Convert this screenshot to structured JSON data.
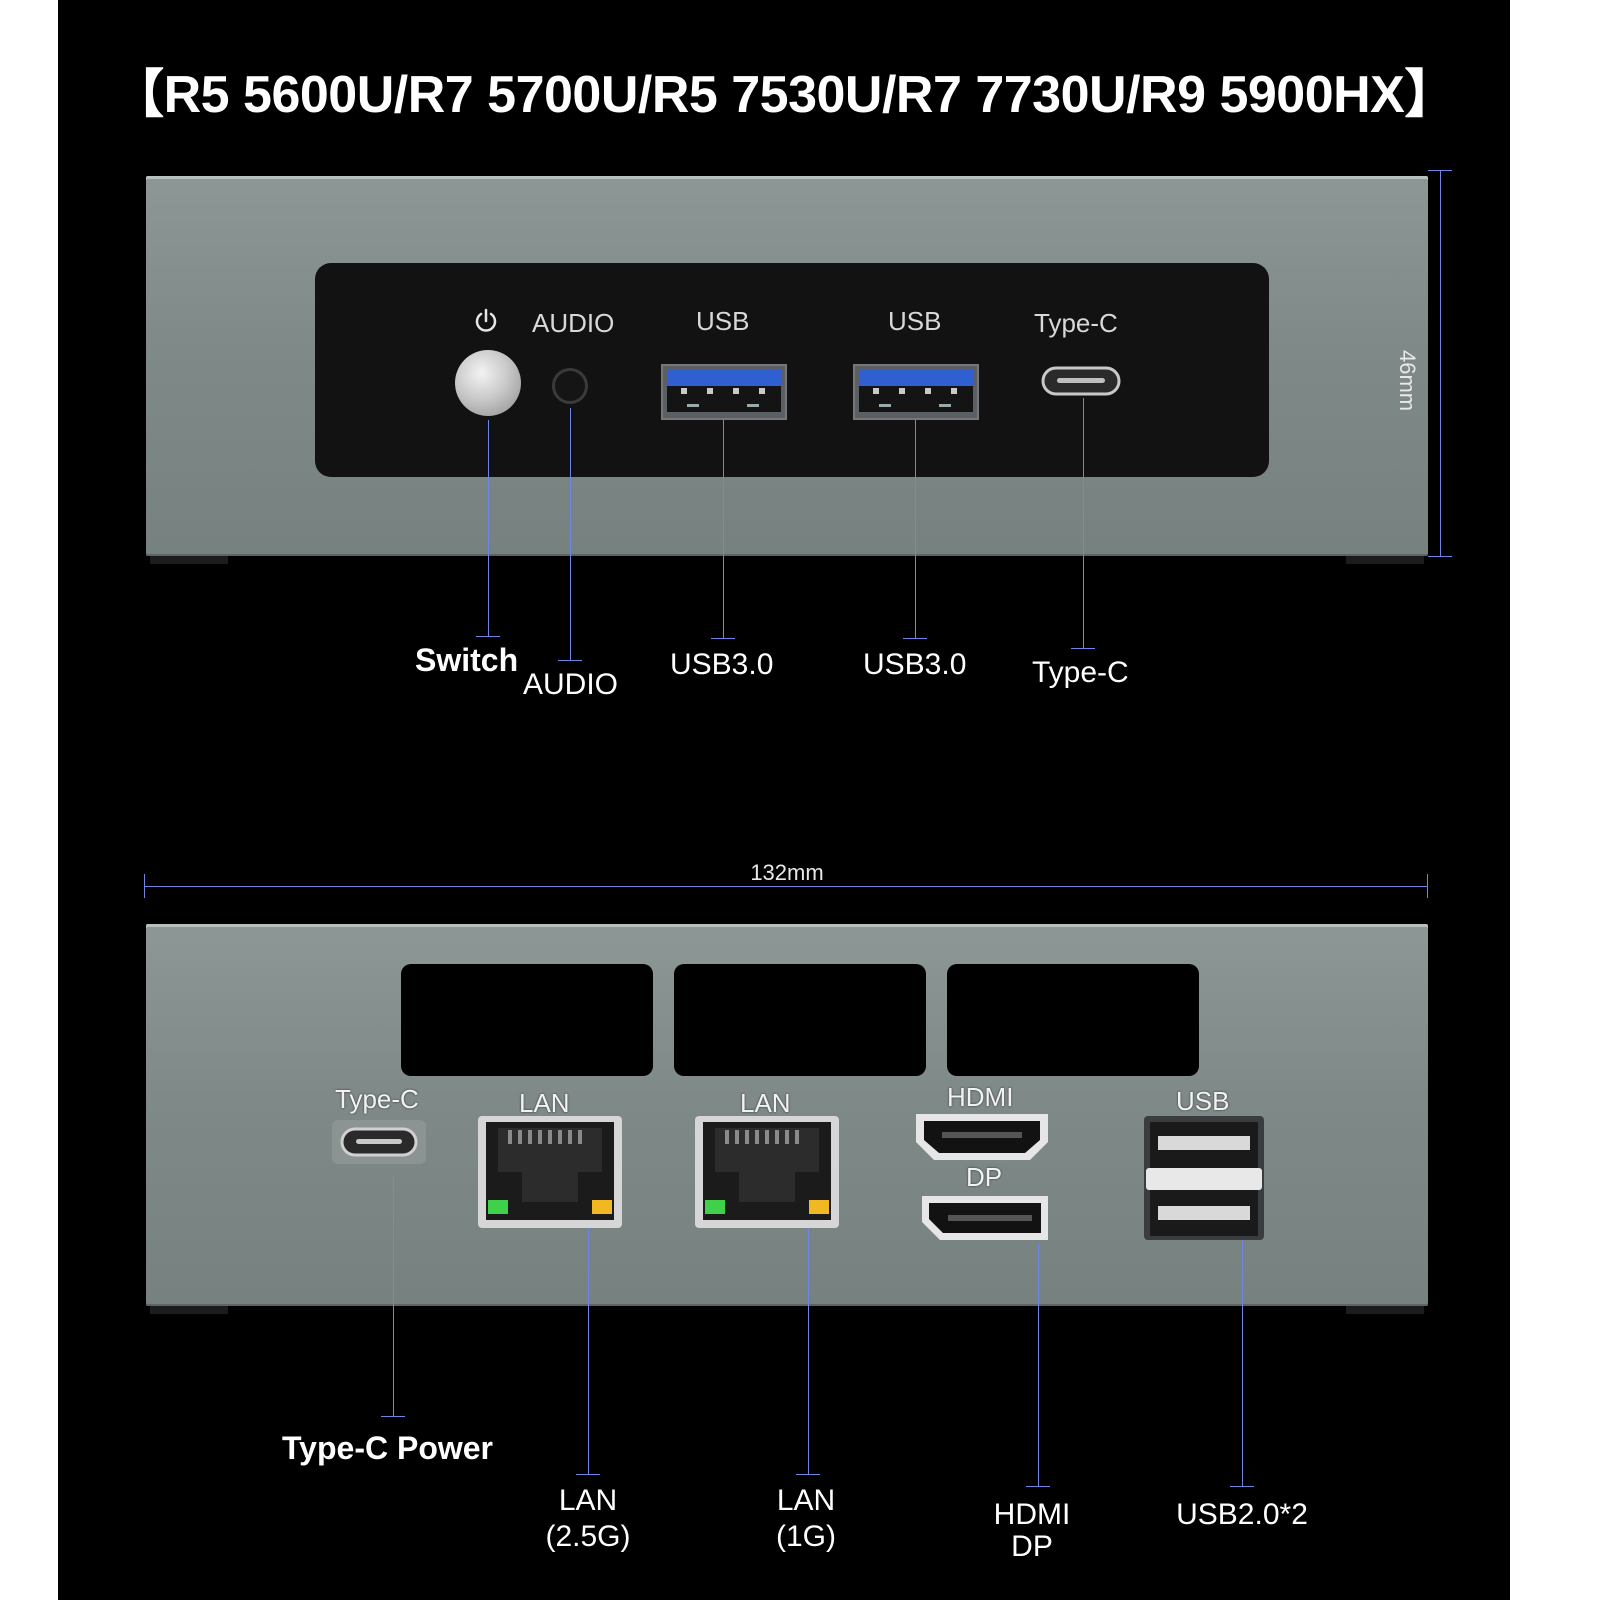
{
  "title": "【R5 5600U/R7 5700U/R5 7530U/R7 7730U/R9 5900HX】",
  "front_panel": {
    "port_labels": {
      "audio": "AUDIO",
      "usb_a": "USB",
      "usb_b": "USB",
      "typec": "Type-C"
    },
    "callouts": {
      "switch": "Switch",
      "audio": "AUDIO",
      "usb3_a": "USB3.0",
      "usb3_b": "USB3.0",
      "typec": "Type-C"
    },
    "height_dimension": "46mm"
  },
  "width_dimension": "132mm",
  "rear_panel": {
    "port_labels": {
      "typec": "Type-C",
      "lan_a": "LAN",
      "lan_b": "LAN",
      "hdmi": "HDMI",
      "dp": "DP",
      "usb": "USB"
    },
    "callouts": {
      "typec_power": "Type-C Power",
      "lan_25_line1": "LAN",
      "lan_25_line2": "(2.5G)",
      "lan_1_line1": "LAN",
      "lan_1_line2": "(1G)",
      "hdmi_line1": "HDMI",
      "hdmi_line2": "DP",
      "usb2": "USB2.0*2"
    }
  },
  "colors": {
    "background": "#000000",
    "chassis": "#7f8a88",
    "leader_line": "#6f86e6",
    "usb3_blue": "#2f5fd0",
    "led_green": "#3fd14a",
    "led_amber": "#f2b824"
  }
}
